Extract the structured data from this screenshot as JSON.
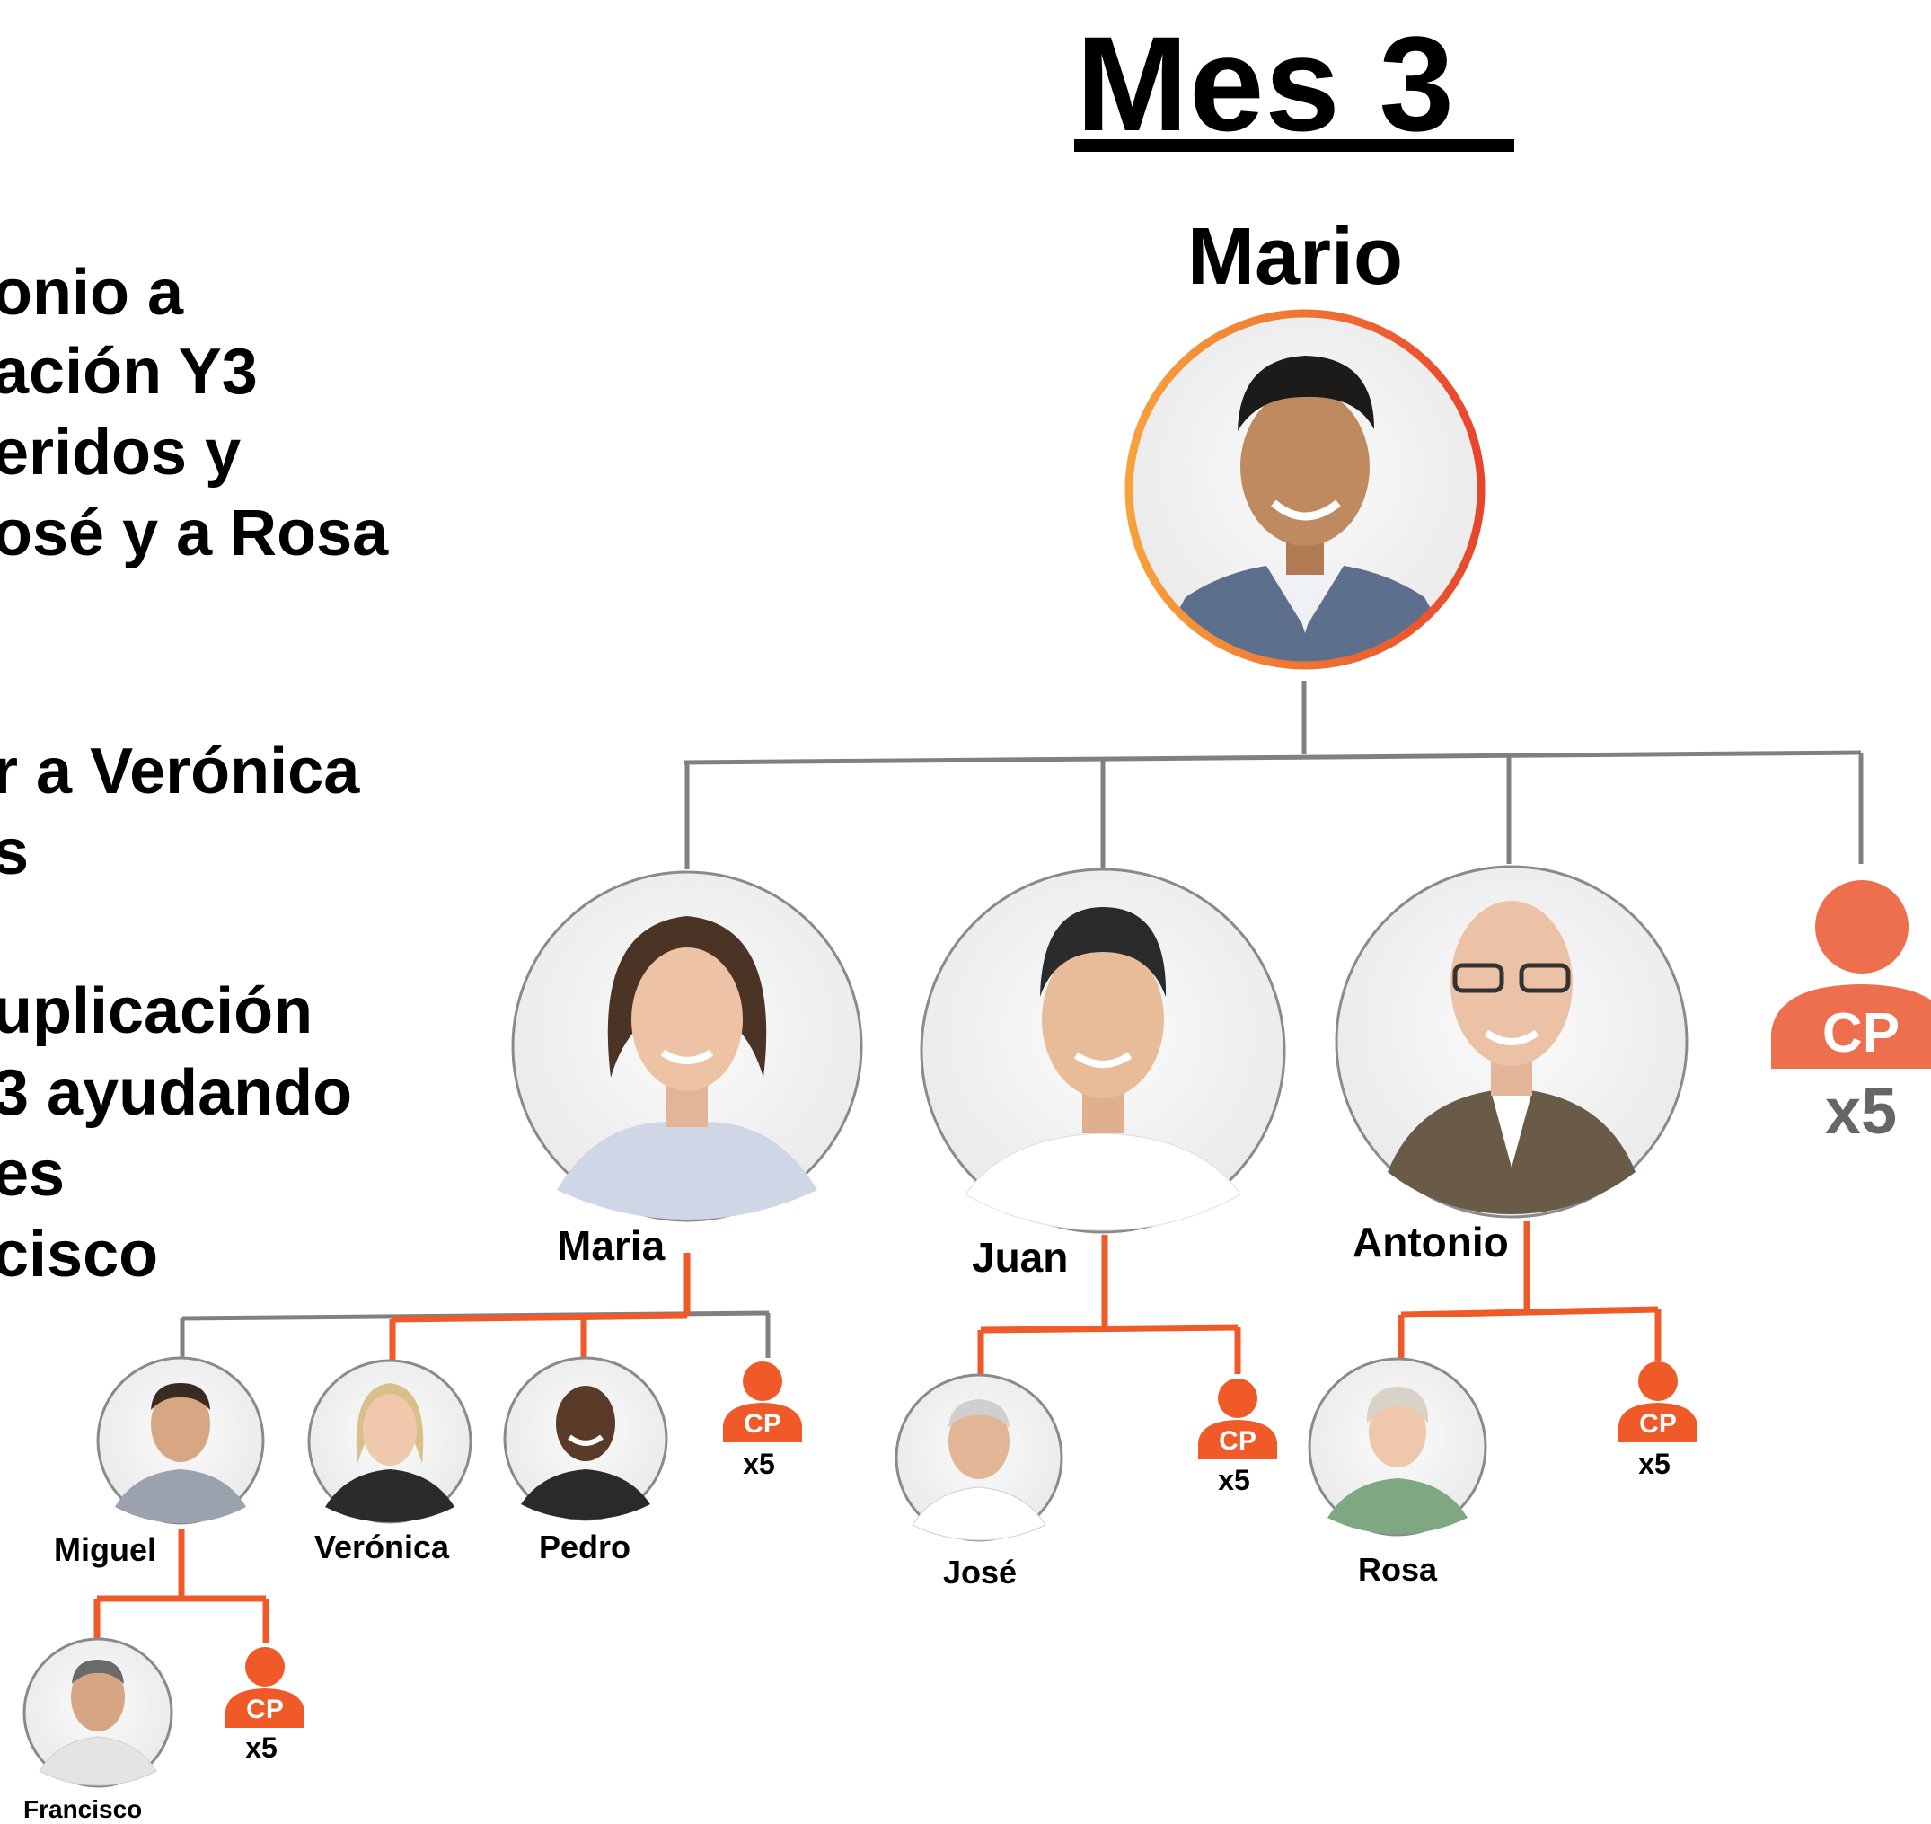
{
  "title": "Mes 3",
  "left_text": {
    "block1": [
      "onio a",
      "ación Y3",
      "eridos y",
      "osé y a Rosa"
    ],
    "block2": [
      "r a Verónica",
      "s"
    ],
    "block3": [
      "uplicación",
      "3 ayudando",
      "es",
      "cisco"
    ]
  },
  "tree": {
    "root": "Mario",
    "level1": [
      "Maria",
      "Juan",
      "Antonio"
    ],
    "level2_maria": [
      "Miguel",
      "Verónica",
      "Pedro"
    ],
    "level2_juan": [
      "José"
    ],
    "level2_antonio": [
      "Rosa"
    ],
    "level3_miguel": [
      "Francisco"
    ]
  },
  "cp": {
    "label": "CP",
    "multiplier": "x5"
  },
  "colors": {
    "orange": "#F05A28",
    "cp_fill": "#EE6F4D",
    "gray_line": "#808080",
    "ring_gradient_start": "#F7A23B",
    "ring_gradient_end": "#E8452C"
  },
  "icons": [
    "person-photo-icon",
    "placeholder-person-icon"
  ]
}
